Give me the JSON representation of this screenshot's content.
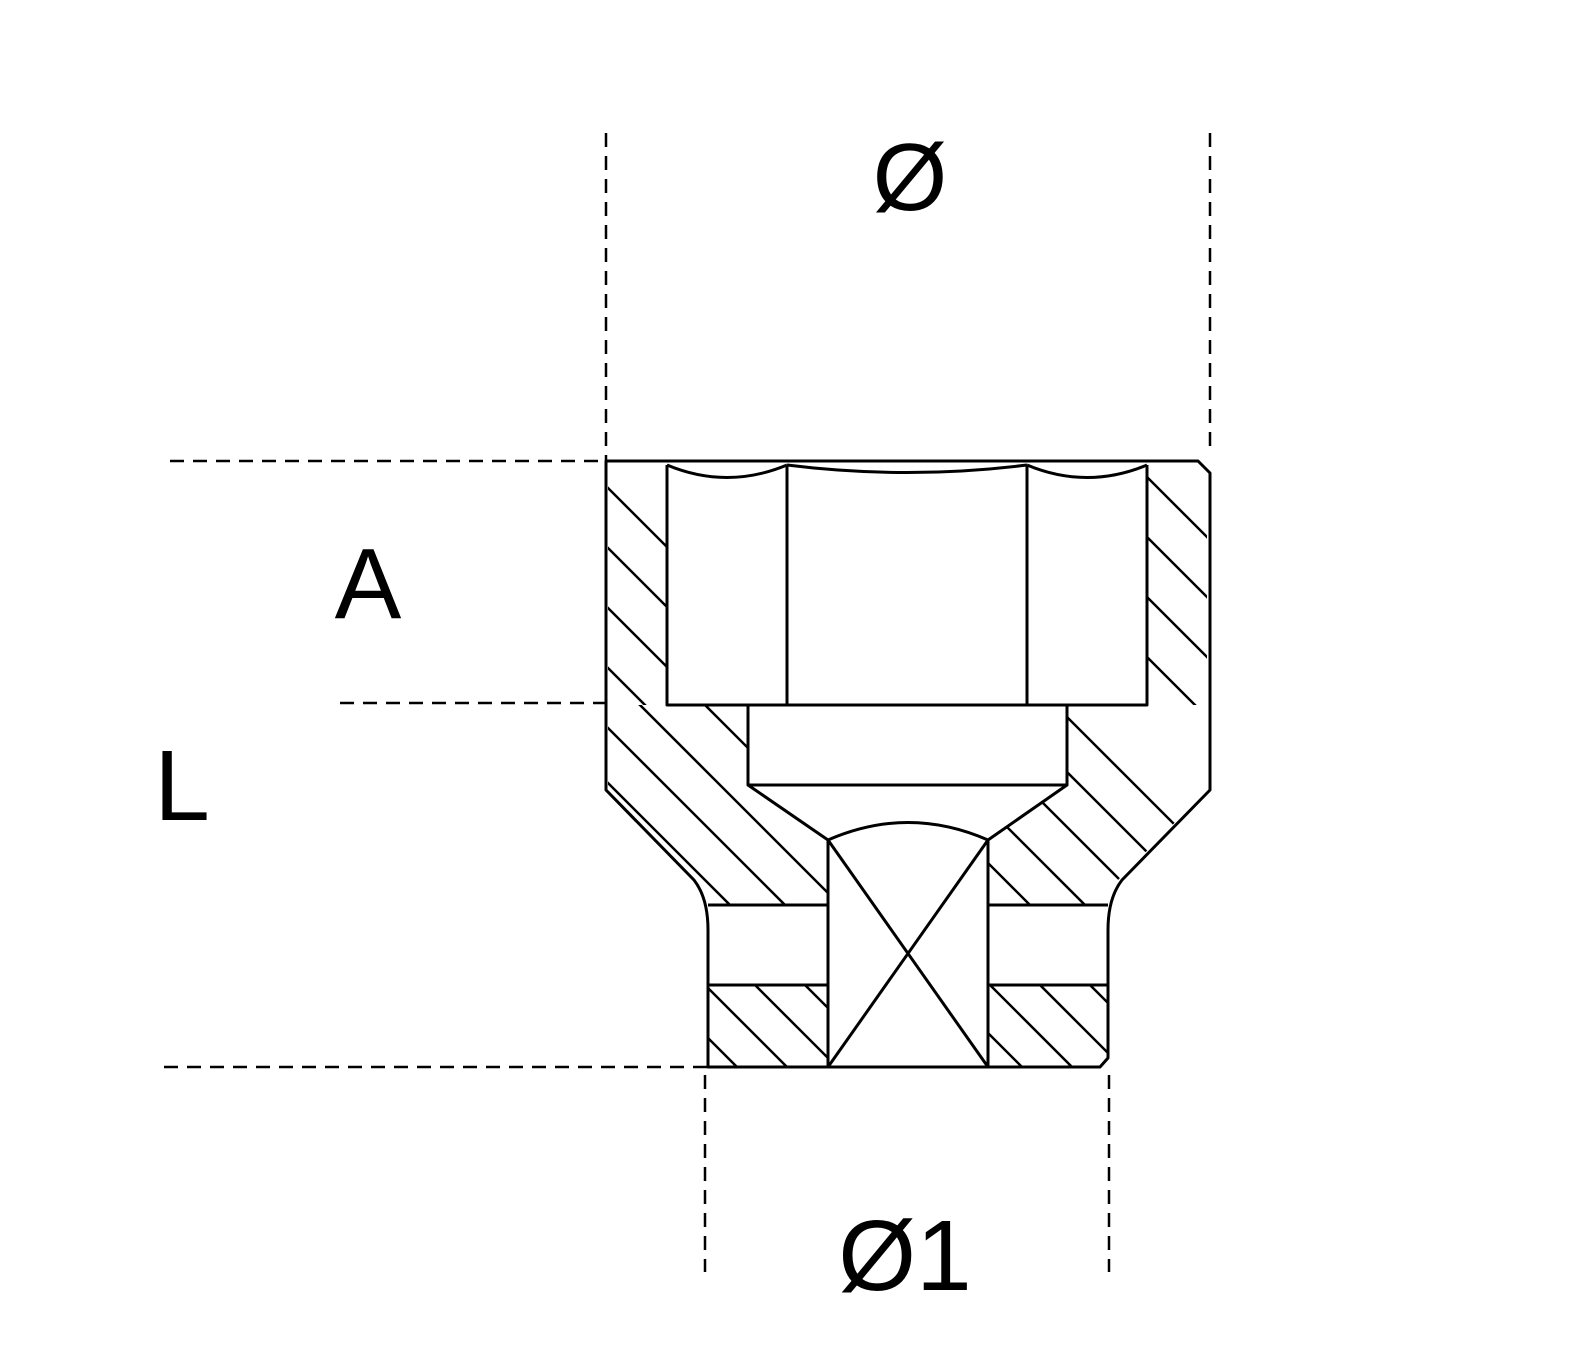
{
  "labels": {
    "outer_diameter": "Ø",
    "drive_diameter": "Ø1",
    "socket_depth": "A",
    "overall_length": "L"
  },
  "colors": {
    "line": "#000000",
    "background": "#ffffff"
  }
}
